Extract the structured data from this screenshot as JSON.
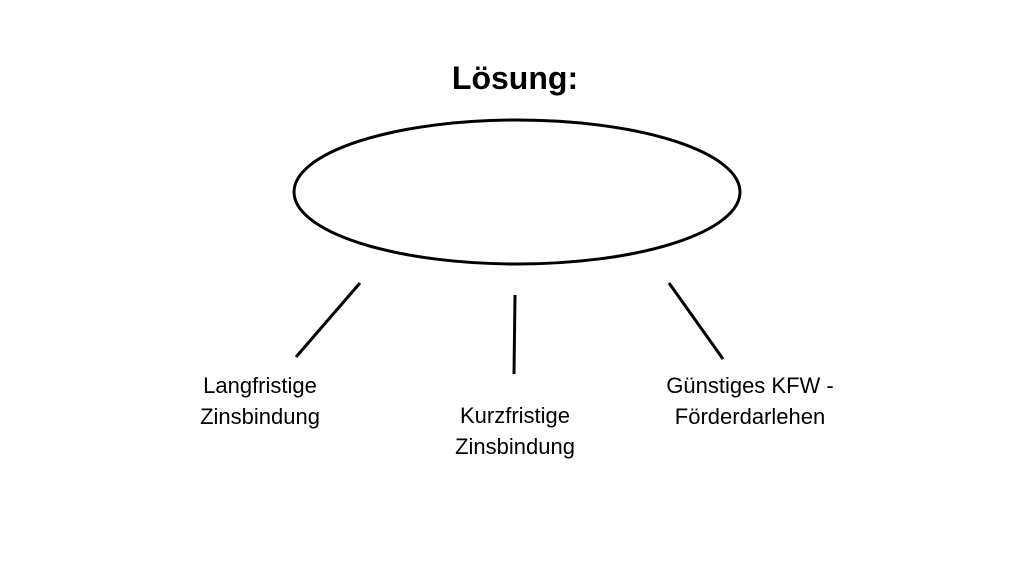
{
  "title": "Lösung:",
  "options": [
    {
      "line1": "Langfristige",
      "line2": "Zinsbindung"
    },
    {
      "line1": "Kurzfristige",
      "line2": "Zinsbindung"
    },
    {
      "line1": "Günstiges KFW -",
      "line2": "Förderdarlehen"
    }
  ],
  "colors": {
    "stroke": "#000000",
    "background": "#ffffff"
  }
}
